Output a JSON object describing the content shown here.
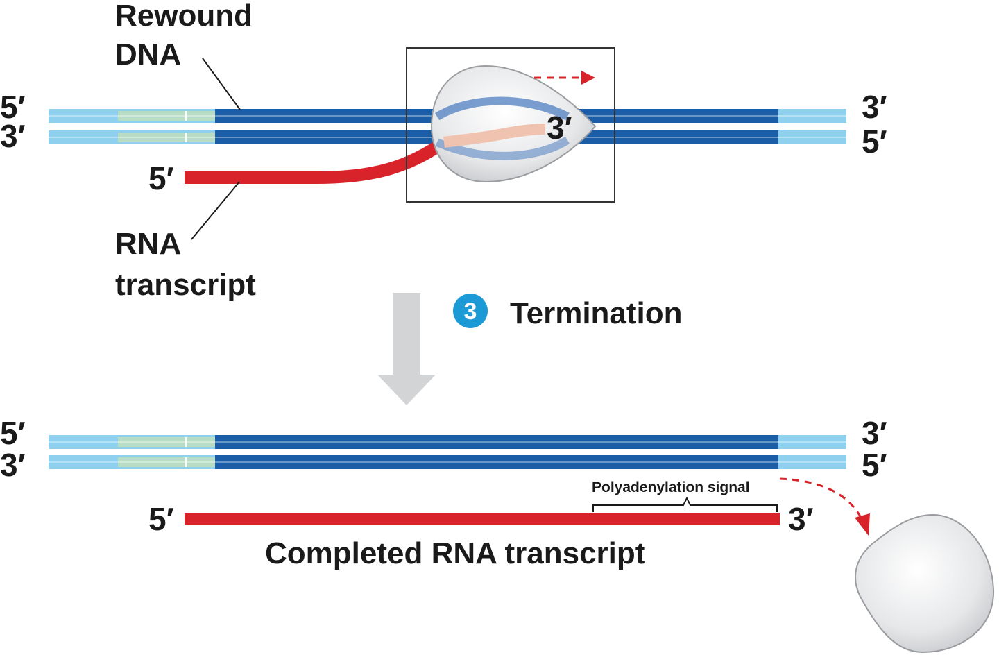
{
  "labels": {
    "rewound_dna_line1": "Rewound",
    "rewound_dna_line2": "DNA",
    "rna_transcript_line1": "RNA",
    "rna_transcript_line2": "transcript",
    "step_number": "3",
    "step_title": "Termination",
    "polyadenylation_signal": "Polyadenylation signal",
    "completed_rna": "Completed RNA transcript"
  },
  "ends": {
    "top_strand1_left": "5′",
    "top_strand2_left": "3′",
    "top_strand1_right": "3′",
    "top_strand2_right": "5′",
    "top_rna_left": "5′",
    "top_rna_inside": "3′",
    "bottom_strand1_left": "5′",
    "bottom_strand2_left": "3′",
    "bottom_strand1_right": "3′",
    "bottom_strand2_right": "5′",
    "bottom_rna_left": "5′",
    "bottom_rna_right": "3′"
  },
  "colors": {
    "dna_dark": "#1b5ea7",
    "dna_light": "#8fd0ee",
    "promoter_green": "#b8ddc4",
    "rna_red": "#d8232a",
    "rna_pale": "#f0c3b0",
    "polymerase_gray": "#d9dadc",
    "arrow_gray": "#d3d4d6",
    "badge_blue": "#1c9ad6"
  }
}
